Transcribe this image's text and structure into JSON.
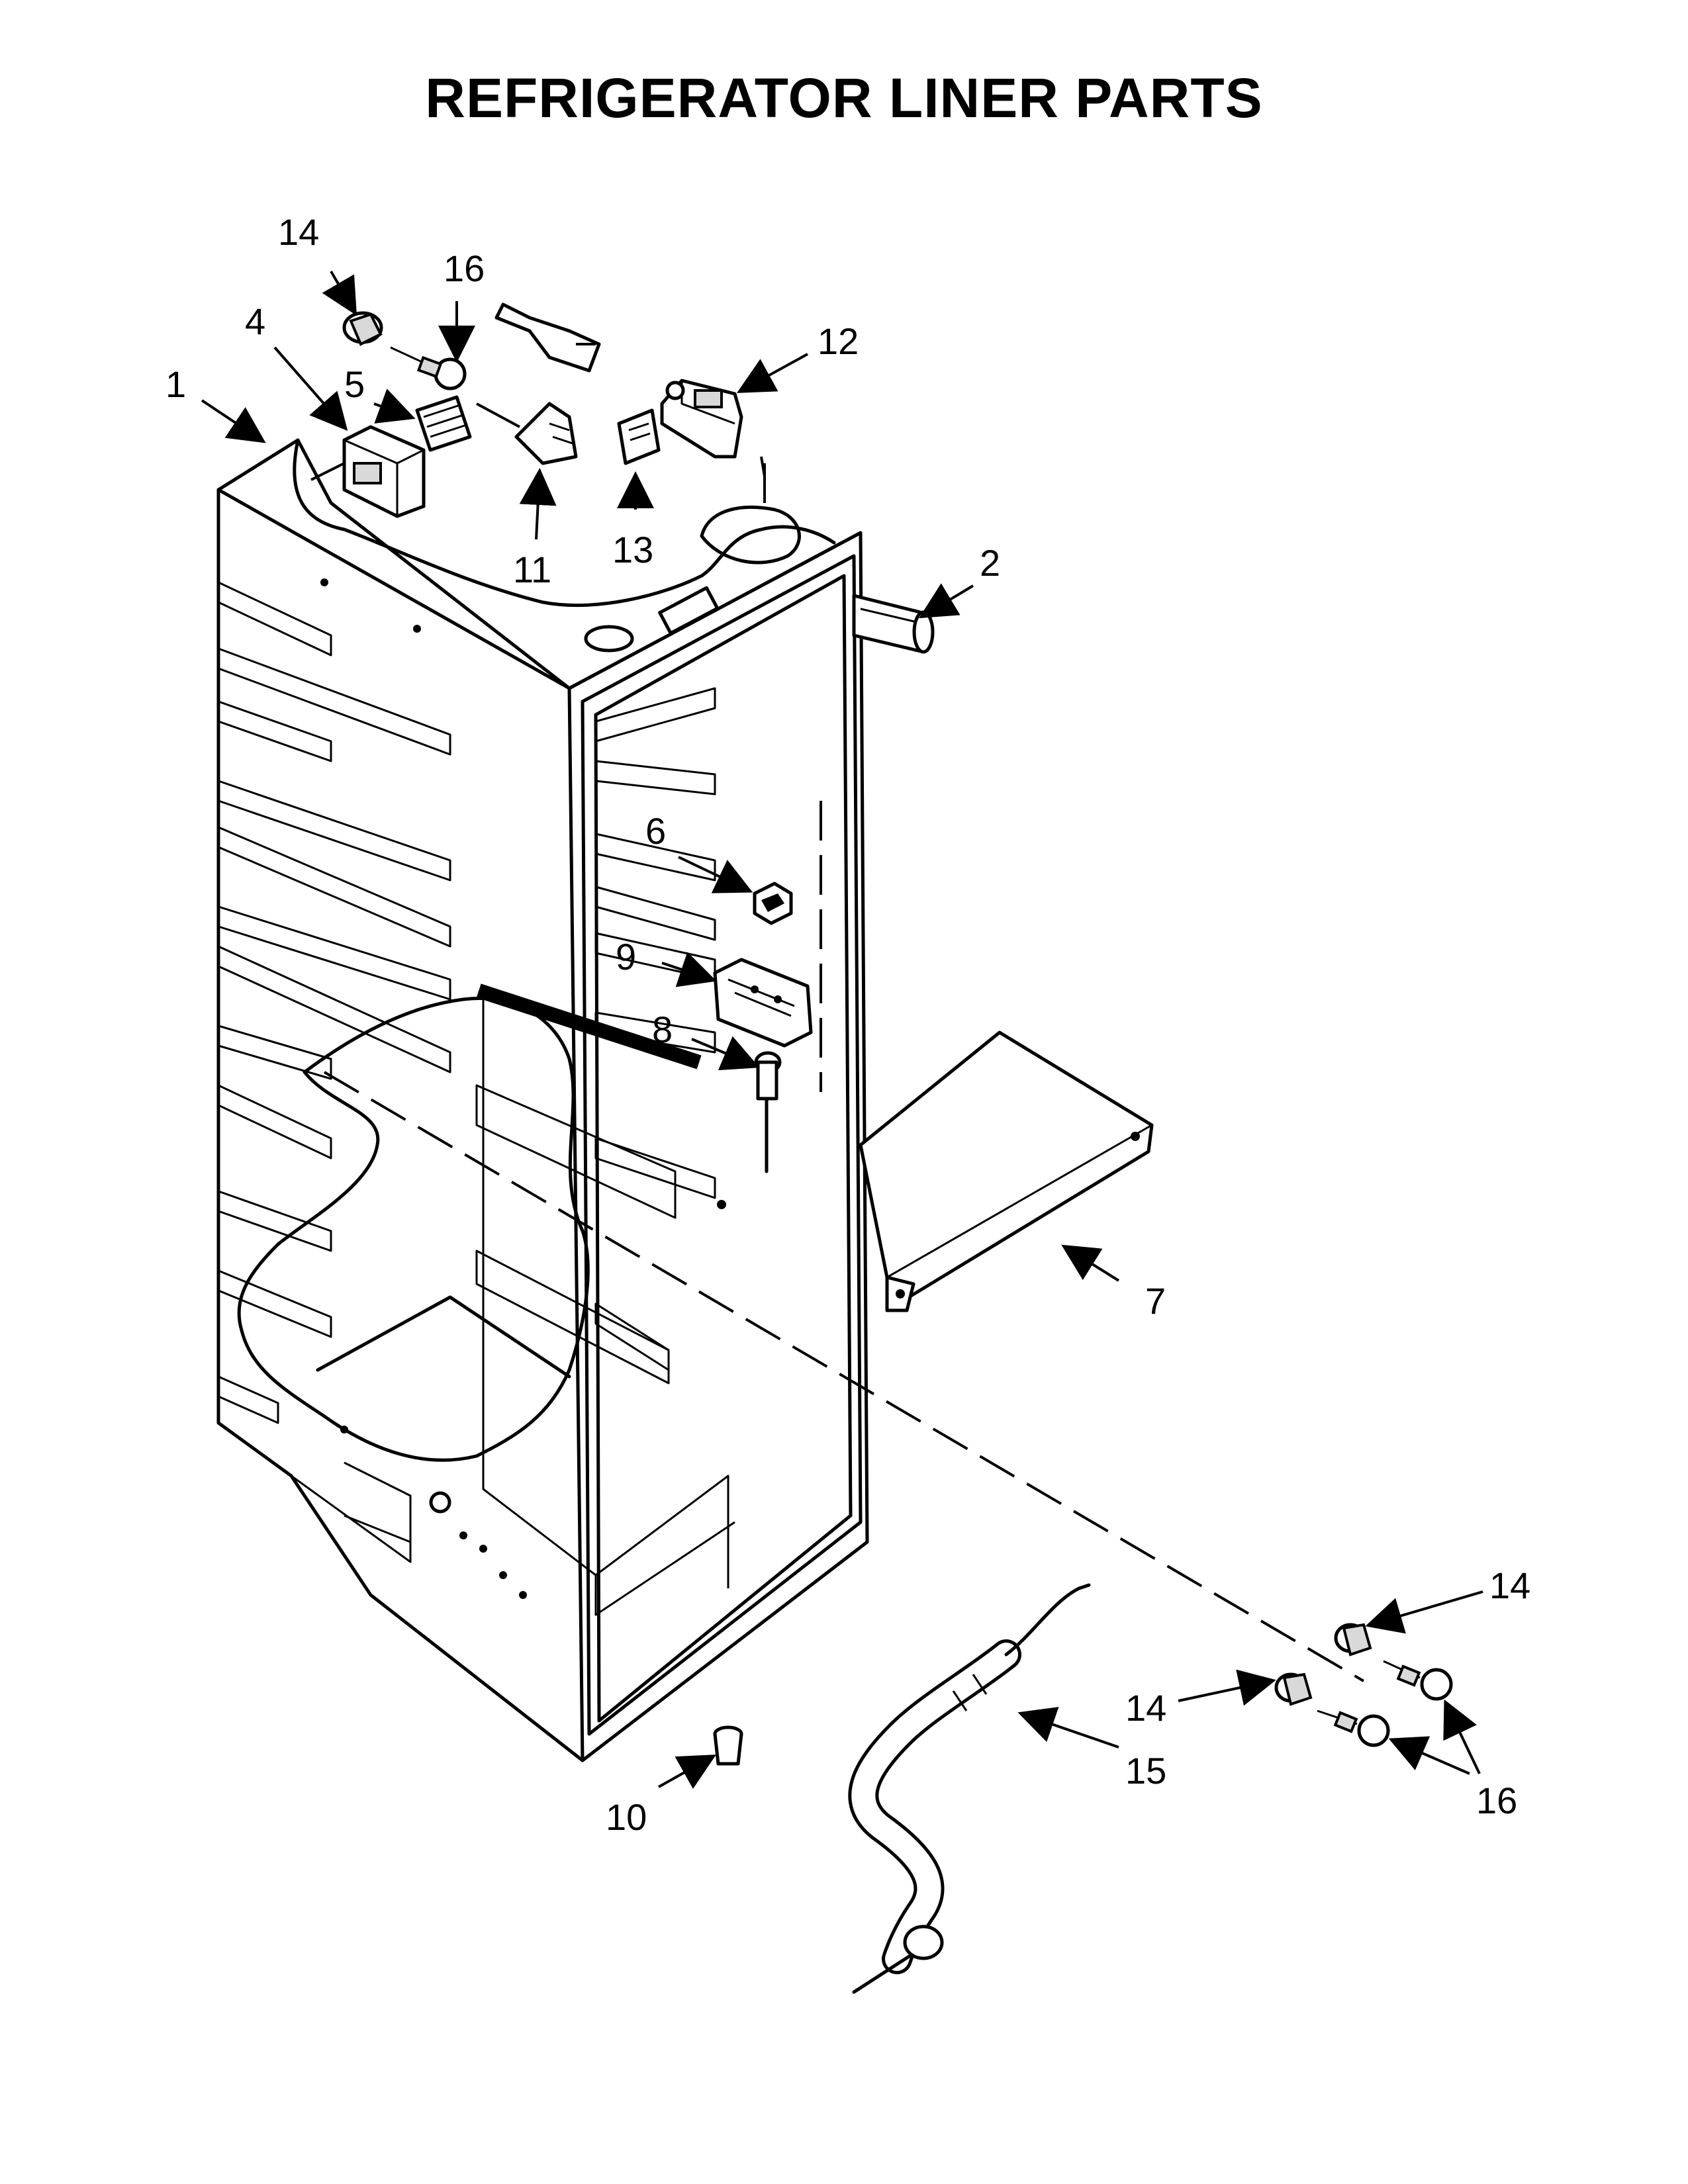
{
  "title": "REFRIGERATOR LINER PARTS",
  "callouts": [
    "1",
    "2",
    "4",
    "5",
    "6",
    "7",
    "8",
    "9",
    "10",
    "11",
    "12",
    "13",
    "14",
    "14",
    "14",
    "15",
    "16",
    "16"
  ],
  "colors": {
    "ink": "#000000",
    "paper": "#ffffff",
    "shade": "#d9d9d9"
  }
}
